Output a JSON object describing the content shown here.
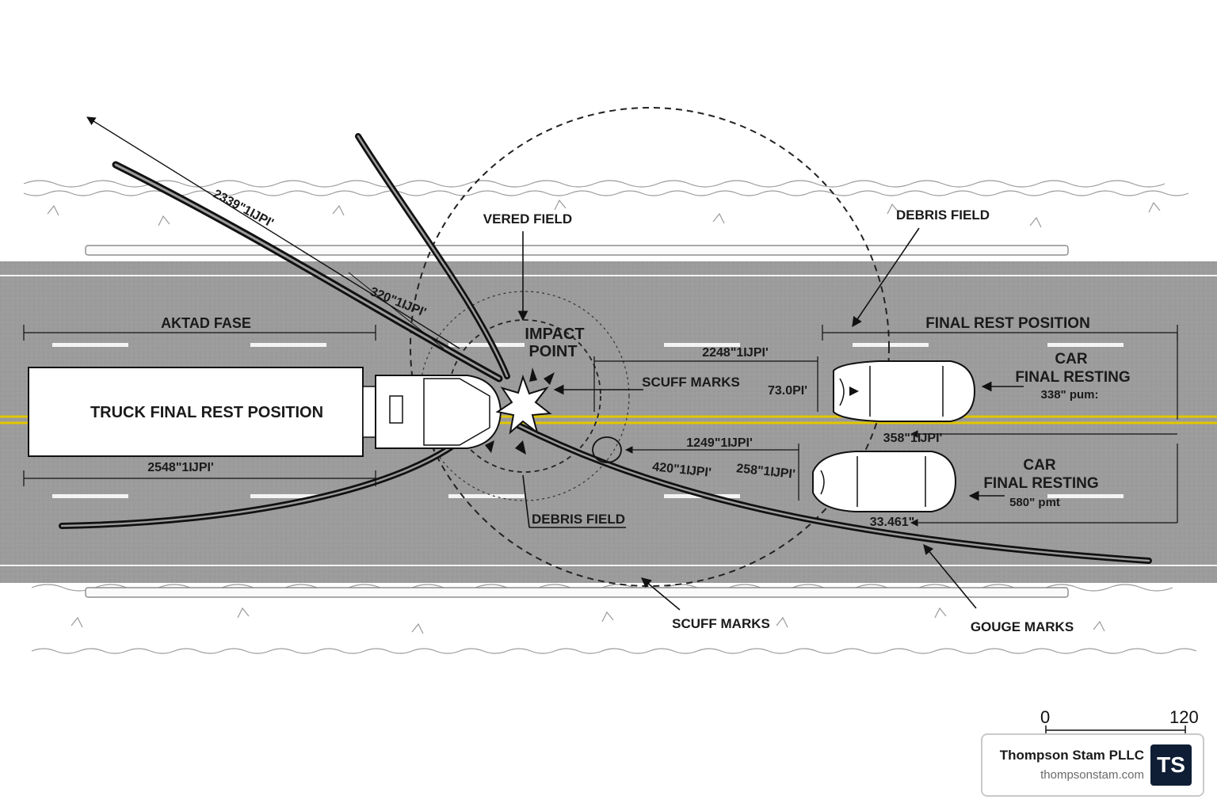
{
  "labels": {
    "truck_rest": "TRUCK FINAL REST POSITION",
    "aktad_fase": "AKTAD FASE",
    "vered_field": "VERED FIELD",
    "impact_point_line1": "IMPACT",
    "impact_point_line2": "POINT",
    "debris_field_top": "DEBRIS FIELD",
    "debris_field_bottom": "DEBRIS FIELD",
    "final_rest_position": "FINAL REST POSITION",
    "scuff_marks_road": "SCUFF MARKS",
    "scuff_marks_bottom": "SCUFF MARKS",
    "gouge_marks": "GOUGE MARKS",
    "car1_line1": "CAR",
    "car1_line2": "FINAL RESTING",
    "car1_dist": "338\" pum:",
    "car2_line1": "CAR",
    "car2_line2": "FINAL RESTING",
    "car2_dist": "580\" pmt"
  },
  "measurements": {
    "skid_diag": "2339\"1ĲPI'",
    "angle_diag": "320\"1ĲPI'",
    "truck_length": "2548\"1ĲPI'",
    "scuff_top": "2248\"1ĲPI'",
    "scuff_right": "73.0PI'",
    "mid_1": "1249\"1ĲPI'",
    "mid_2": "420\"1ĲPI'",
    "mid_3": "258\"1ĲPI'",
    "car_gap": "358\"1ĲPI'",
    "car2_bottom": "33.461\""
  },
  "scale": {
    "start": "0",
    "end": "120"
  },
  "firm": {
    "name": "Thompson Stam PLLC",
    "site": "thompsonstam.com",
    "logo": "TS"
  },
  "colors": {
    "road": "#9a9a9a",
    "center_line": "#e2c600",
    "skid": "#111111",
    "logo_bg": "#0f1e35"
  }
}
